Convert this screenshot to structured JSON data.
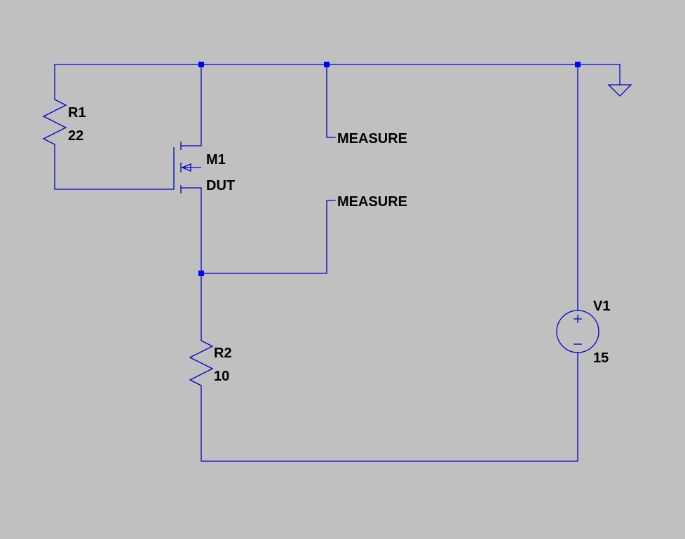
{
  "colors": {
    "background": "#c0c0c0",
    "wire": "#0000cd",
    "junction": "#0000ff",
    "text": "#000000"
  },
  "components": {
    "r1": {
      "ref": "R1",
      "value": "22"
    },
    "r2": {
      "ref": "R2",
      "value": "10"
    },
    "m1": {
      "ref": "M1",
      "value": "DUT"
    },
    "v1": {
      "ref": "V1",
      "value": "15"
    }
  },
  "labels": {
    "measure_top": "MEASURE",
    "measure_bottom": "MEASURE"
  }
}
